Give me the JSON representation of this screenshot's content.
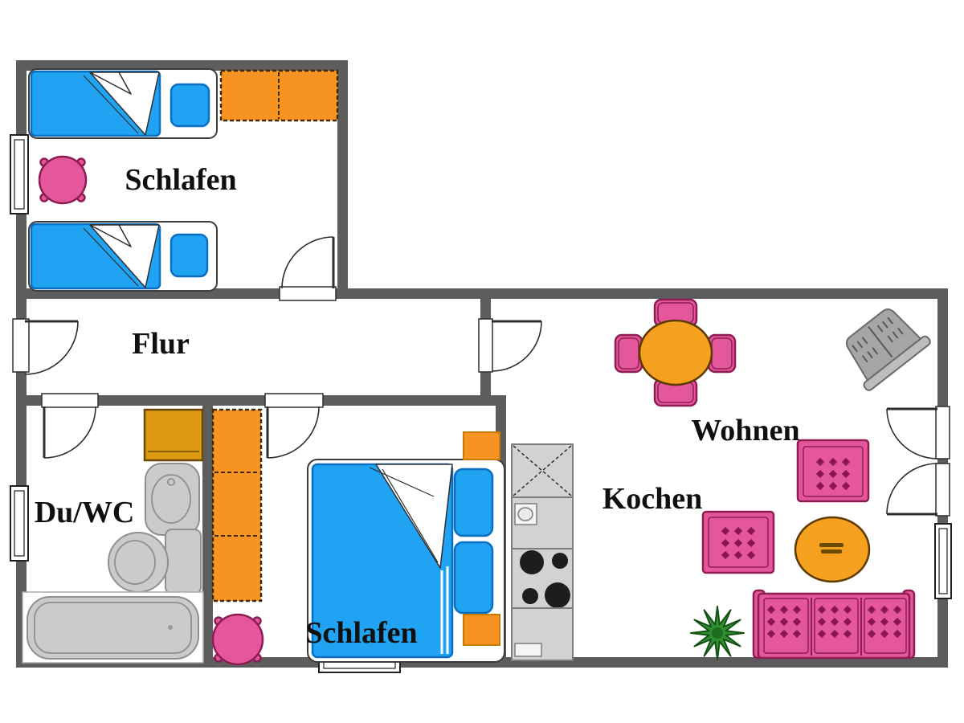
{
  "rooms": {
    "bedroom_top": {
      "label": "Schlafen",
      "items": [
        "single-bed",
        "single-bed",
        "wardrobe",
        "round-table",
        "window",
        "door"
      ]
    },
    "hallway": {
      "label": "Flur",
      "items": [
        "entry-door"
      ]
    },
    "bathroom": {
      "label": "Du/WC",
      "items": [
        "cabinet",
        "sink",
        "toilet",
        "bathtub",
        "window",
        "door"
      ]
    },
    "bedroom_main": {
      "label": "Schlafen",
      "items": [
        "wardrobe",
        "double-bed",
        "nightstand",
        "nightstand",
        "round-table",
        "window",
        "door"
      ]
    },
    "kitchen": {
      "label": "Kochen",
      "items": [
        "cabinet-x",
        "sink-unit",
        "stove",
        "base-cabinet"
      ]
    },
    "living": {
      "label": "Wohnen",
      "items": [
        "dining-table",
        "four-chairs",
        "tv",
        "armchair",
        "armchair",
        "coffee-table",
        "sofa",
        "plant",
        "balcony-doors",
        "window"
      ]
    }
  },
  "colors": {
    "wall": "#5d5d5d",
    "bed_blue": "#1fa3f2",
    "bed_blue_border": "#0a6fc2",
    "furniture_orange": "#f79421",
    "table_orange": "#f5a01e",
    "cabinet_gold": "#dc9a10",
    "pink": "#e4579d",
    "pink_border": "#8e1d52",
    "dot": "#8a1650",
    "gray_fill": "#cbcbcb",
    "gray_border": "#8f8f8f",
    "kitchen_gray": "#d2d2d2",
    "plant_green": "#2f8f2f"
  }
}
